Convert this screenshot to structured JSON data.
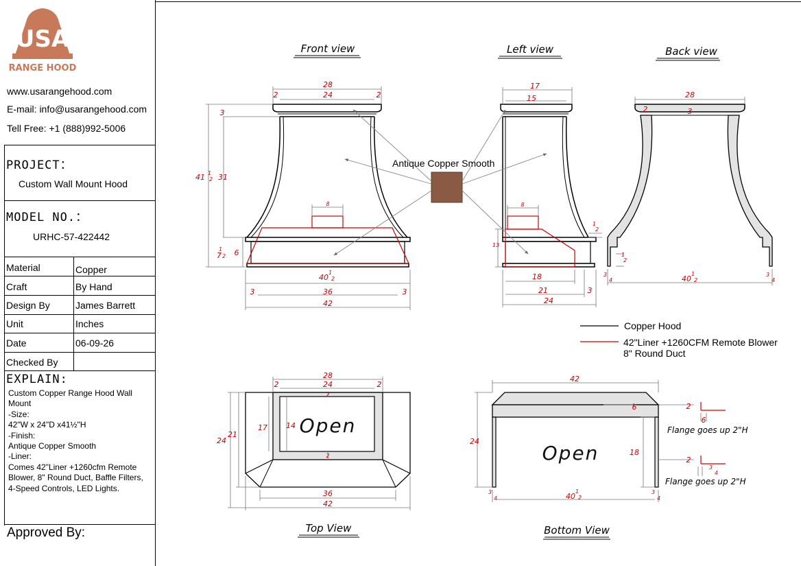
{
  "brand": {
    "logo_letters": "USA",
    "logo_text": "RANGE HOOD"
  },
  "contact": {
    "website": "www.usarangehood.com",
    "email": "E-mail: info@usarangehood.com",
    "phone": "Tell Free: +1 (888)992-5006"
  },
  "project": {
    "label": "PROJECT：",
    "value": "Custom Wall Mount Hood"
  },
  "model": {
    "label": "MODEL NO.：",
    "value": "URHC-57-422442"
  },
  "specs": [
    {
      "label": "Material",
      "value": "Copper"
    },
    {
      "label": "Craft",
      "value": "By Hand"
    },
    {
      "label": "Design By",
      "value": "James Barrett"
    },
    {
      "label": "Unit",
      "value": "Inches"
    },
    {
      "label": "Date",
      "value": "06-09-26"
    },
    {
      "label": "Checked By",
      "value": ""
    }
  ],
  "explain": {
    "label": "EXPLAIN:",
    "lines": [
      "Custom Copper  Range Hood Wall",
      "Mount",
      "-Size:",
      "42\"W x 24\"D x41½\"H",
      "-Finish:",
      "Antique Copper Smooth",
      "-Liner:",
      "Comes 42\"Liner +1260cfm Remote",
      "Blower, 8\" Round Duct, Baffle Filters,",
      "4-Speed Controls, LED Lights."
    ]
  },
  "approved": "Approved By:",
  "views": {
    "front": "Front view",
    "left": "Left view",
    "back": "Back view",
    "top": "Top View",
    "bottom": "Bottom View"
  },
  "finish_label": "Antique Copper Smooth",
  "legend": {
    "copper": "Copper Hood",
    "liner_1": "42\"Liner +1260CFM Remote Blower",
    "liner_2": "8\" Round Duct"
  },
  "flange_note": "Flange goes up 2\"H",
  "open_label": "Open",
  "dims": {
    "fv_28": "28",
    "fv_24": "24",
    "fv_2": "2",
    "fv_3": "3",
    "fv_41_whole": "41",
    "fv_31": "31",
    "fv_6": "6",
    "fv_7": "7",
    "fv_40": "40",
    "fv_36": "36",
    "fv_42": "42",
    "fv_8": "8",
    "lv_17": "17",
    "lv_15": "15",
    "lv_8": "8",
    "lv_13": "13",
    "lv_1": "1",
    "lv_18": "18",
    "lv_21": "21",
    "lv_24": "24",
    "lv_3": "3",
    "bv_28": "28",
    "bv_2": "2",
    "bv_3": "3",
    "bv_1": "1",
    "bv_40": "40",
    "tv_28": "28",
    "tv_24": "24",
    "tv_2": "2",
    "tv_17": "17",
    "tv_14": "14",
    "tv_24s": "24",
    "tv_21": "21",
    "tv_36": "36",
    "tv_42": "42",
    "btv_42": "42",
    "btv_24": "24",
    "btv_6": "6",
    "btv_18": "18",
    "btv_40": "40",
    "btv_2": "2",
    "btv_6s": "6",
    "btv_3": "3",
    "half_num": "1",
    "half_den": "2",
    "qtr_num": "3",
    "qtr_den": "4"
  },
  "colors": {
    "dimension": "#d00000",
    "copper_swatch": "#8b5a44",
    "logo": "#c8795a"
  }
}
